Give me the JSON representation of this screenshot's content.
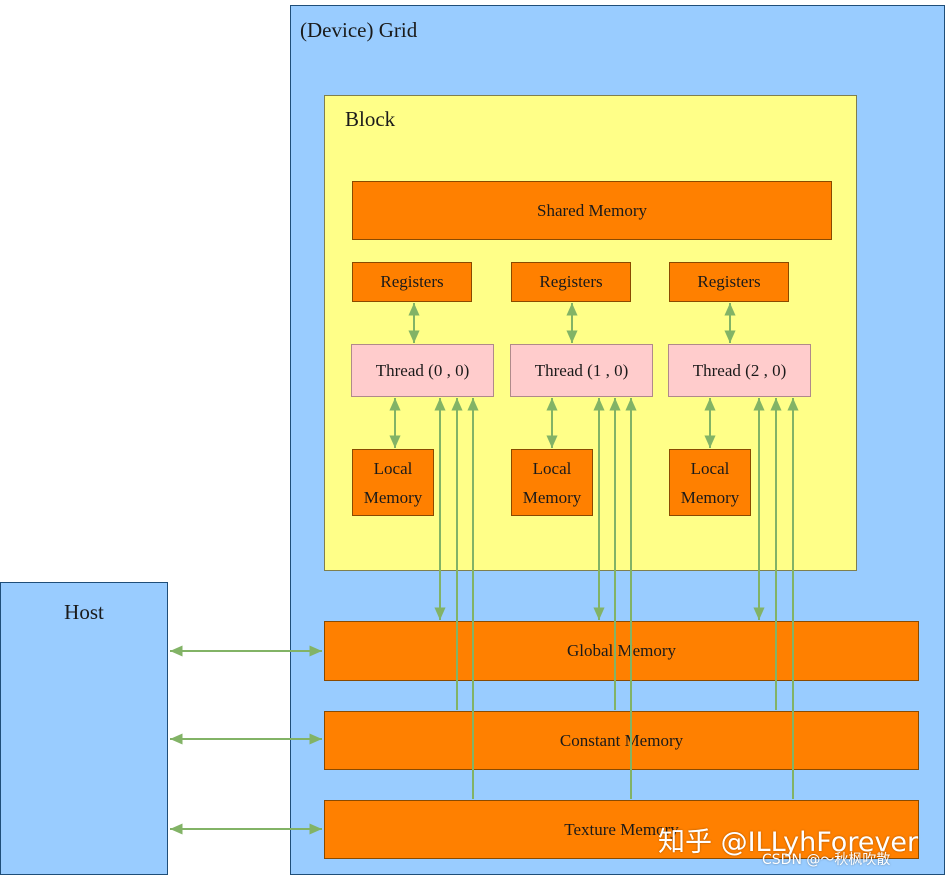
{
  "colors": {
    "grid_fill": "#99ccff",
    "block_fill": "#ffff88",
    "memory_fill": "#ff8000",
    "thread_fill": "#ffcccc",
    "arrow": "#82b366"
  },
  "grid": {
    "label": "(Device) Grid"
  },
  "block": {
    "label": "Block",
    "shared_memory": "Shared Memory",
    "threads": [
      {
        "registers": "Registers",
        "thread": "Thread (0 , 0)",
        "local_line1": "Local",
        "local_line2": "Memory"
      },
      {
        "registers": "Registers",
        "thread": "Thread (1 , 0)",
        "local_line1": "Local",
        "local_line2": "Memory"
      },
      {
        "registers": "Registers",
        "thread": "Thread (2 , 0)",
        "local_line1": "Local",
        "local_line2": "Memory"
      }
    ]
  },
  "device_memory": {
    "global": "Global Memory",
    "constant": "Constant Memory",
    "texture": "Texture Memory"
  },
  "host": {
    "label": "Host"
  },
  "watermark": {
    "main": "知乎 @ILLyhForever",
    "credit": "CSDN @～秋枫吹散"
  },
  "icons": [
    "double-arrow-icon",
    "single-arrow-icon"
  ]
}
